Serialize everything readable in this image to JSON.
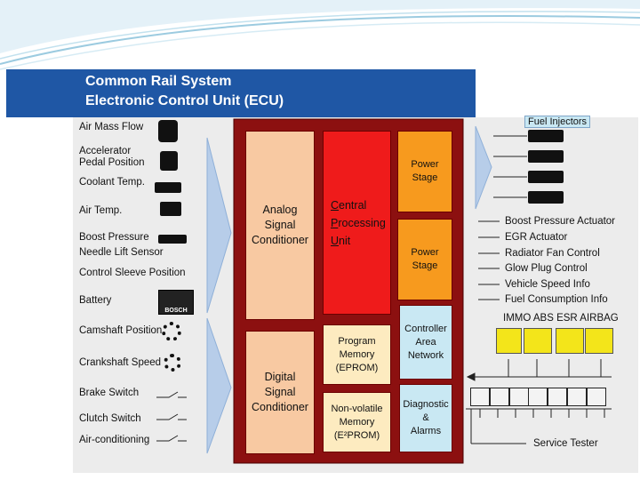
{
  "title": {
    "line1": "Common Rail System",
    "line2": "Electronic Control Unit (ECU)"
  },
  "sensors": [
    {
      "label": "Air Mass Flow",
      "icon": "air-mass-sensor-icon"
    },
    {
      "label": "Accelerator\nPedal Position",
      "icon": "pedal-sensor-icon"
    },
    {
      "label": "Coolant Temp.",
      "icon": "temperature-sensor-icon"
    },
    {
      "label": "Air Temp.",
      "icon": "temperature-sensor-icon"
    },
    {
      "label": "Boost Pressure",
      "icon": "pressure-sensor-icon"
    },
    {
      "label": "Needle Lift Sensor",
      "icon": ""
    },
    {
      "label": "Control Sleeve Position",
      "icon": ""
    },
    {
      "label": "Battery",
      "icon": "battery-icon"
    },
    {
      "label": "Camshaft Position",
      "icon": "gear-sensor-icon"
    },
    {
      "label": "Crankshaft Speed",
      "icon": "gear-sensor-icon"
    },
    {
      "label": "Brake Switch",
      "icon": "switch-icon"
    },
    {
      "label": "Clutch Switch",
      "icon": "switch-icon"
    },
    {
      "label": "Air-conditioning",
      "icon": "switch-icon"
    }
  ],
  "battery_brand": "BOSCH",
  "ecu": {
    "analog": "Analog\nSignal\nConditioner",
    "digital": "Digital\nSignal\nConditioner",
    "cpu_letters": [
      "C",
      "P",
      "U"
    ],
    "cpu_rest": [
      "entral",
      "rocessing",
      "nit"
    ],
    "power_stage_1": "Power\nStage",
    "power_stage_2": "Power\nStage",
    "program_memory": "Program\nMemory\n(EPROM)",
    "nv_memory_1": "Non-volatile\nMemory",
    "nv_memory_2": "(E²PROM)",
    "can": "Controller\nArea\nNetwork",
    "diagnostic": "Diagnostic\n&\nAlarms"
  },
  "fuel_injectors_label": "Fuel Injectors",
  "actuators": [
    "Boost Pressure Actuator",
    "EGR Actuator",
    "Radiator Fan Control",
    "Glow Plug Control",
    "Vehicle Speed Info",
    "Fuel Consumption Info"
  ],
  "can_devices_label": "IMMO ABS  ESR AIRBAG",
  "service_tester_label": "Service Tester",
  "colors": {
    "title_bg": "#1f57a5",
    "ecu_frame": "#8c1010",
    "conditioner": "#f8c9a2",
    "cpu": "#ef1b1b",
    "power_stage": "#f79a1e",
    "memory": "#fdebc0",
    "can": "#c9e8f3",
    "arrow": "#b7cde9"
  }
}
